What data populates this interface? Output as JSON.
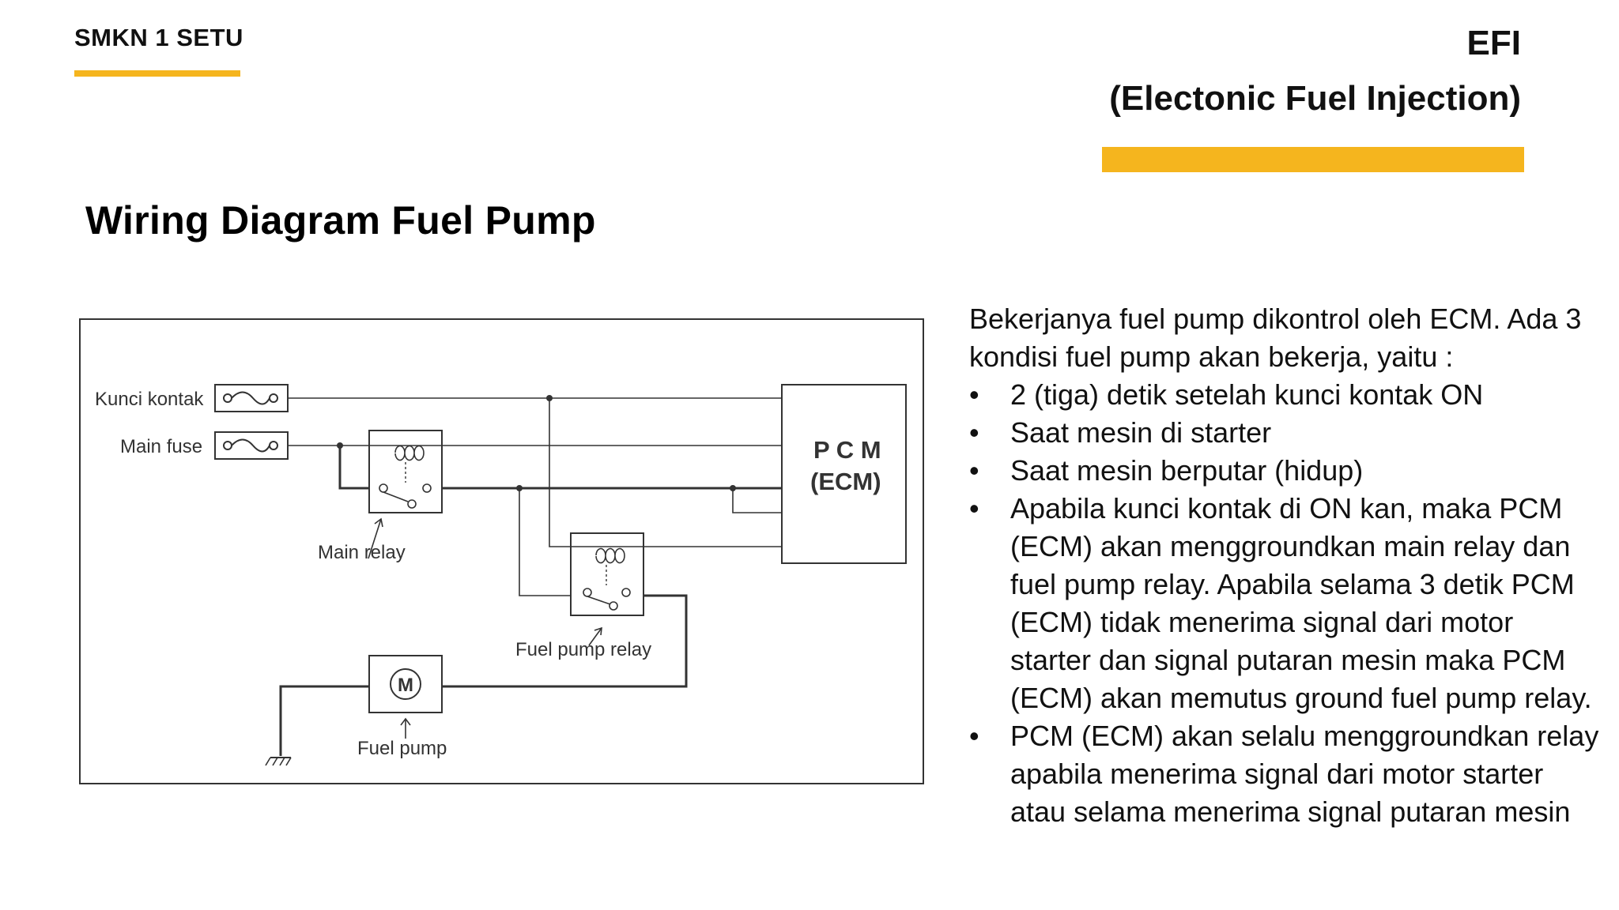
{
  "header": {
    "school": "SMKN 1 SETU",
    "topic": "EFI",
    "topic_full": "(Electonic Fuel Injection)",
    "accent_color": "#F5B51E"
  },
  "section_title": "Wiring Diagram Fuel Pump",
  "diagram": {
    "labels": {
      "ignition": "Kunci kontak",
      "main_fuse": "Main fuse",
      "pcm": "P C M",
      "ecm": "(ECM)",
      "main_relay": "Main relay",
      "fuel_pump_relay": "Fuel pump relay",
      "motor": "M",
      "fuel_pump": "Fuel pump"
    }
  },
  "description": {
    "intro": "Bekerjanya fuel pump dikontrol oleh ECM. Ada 3 kondisi fuel pump akan bekerja, yaitu :",
    "bullet_symbol": "•",
    "items": [
      "2 (tiga) detik setelah kunci kontak ON",
      "Saat mesin di starter",
      "Saat mesin berputar (hidup)",
      "Apabila kunci kontak di ON kan, maka PCM (ECM) akan menggroundkan main relay dan fuel pump relay. Apabila selama 3 detik PCM (ECM) tidak menerima signal dari motor starter dan signal putaran mesin maka PCM (ECM) akan memutus ground fuel pump relay.",
      "PCM (ECM) akan selalu menggroundkan relay apabila menerima signal dari motor starter atau selama menerima signal putaran mesin"
    ]
  }
}
